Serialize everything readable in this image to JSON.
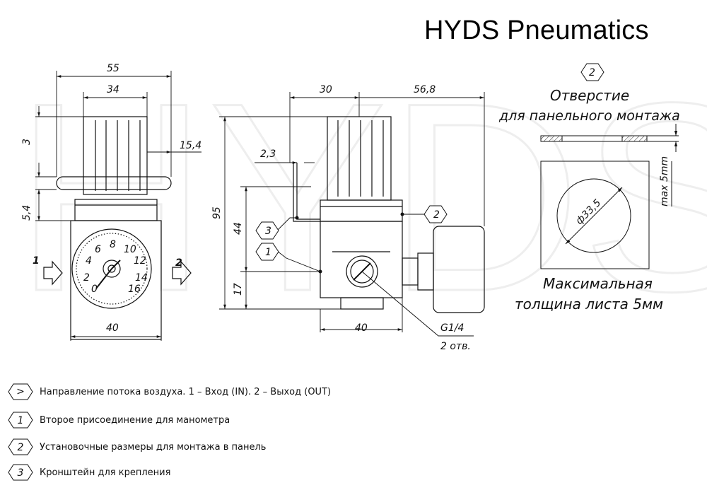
{
  "brand": "HYDS Pneumatics",
  "watermark": "HYDS",
  "front_view": {
    "dim_width_total": "55",
    "dim_knob": "34",
    "dim_top": "3",
    "dim_side": "5,4",
    "dim_offset": "15,4",
    "dim_bottom": "40",
    "flow_in": "1",
    "flow_out": "2",
    "gauge_ticks": [
      "0",
      "2",
      "4",
      "6",
      "8",
      "10",
      "12",
      "14",
      "16"
    ]
  },
  "side_view": {
    "dim_left": "30",
    "dim_right": "56,8",
    "dim_bracket": "2,3",
    "dim_height": "95",
    "dim_mid": "44",
    "dim_low": "17",
    "dim_bottom": "40",
    "thread": "G1/4",
    "thread_count": "2 отв.",
    "callout_1": "1",
    "callout_2": "2",
    "callout_3": "3"
  },
  "panel": {
    "callout": "2",
    "title_line1": "Отверстие",
    "title_line2": "для панельного монтажа",
    "dim_thickness": "max 5mm",
    "dim_hole": "ф33,5",
    "caption_line1": "Максимальная",
    "caption_line2": "толщина листа 5мм"
  },
  "legend": [
    {
      "marker": ">",
      "text": "Направление потока воздуха. 1 – Вход (IN). 2 – Выход (OUT)"
    },
    {
      "marker": "1",
      "text": "Второе присоединение для манометра"
    },
    {
      "marker": "2",
      "text": "Установочные размеры для монтажа в панель"
    },
    {
      "marker": "3",
      "text": "Кронштейн для крепления"
    }
  ]
}
